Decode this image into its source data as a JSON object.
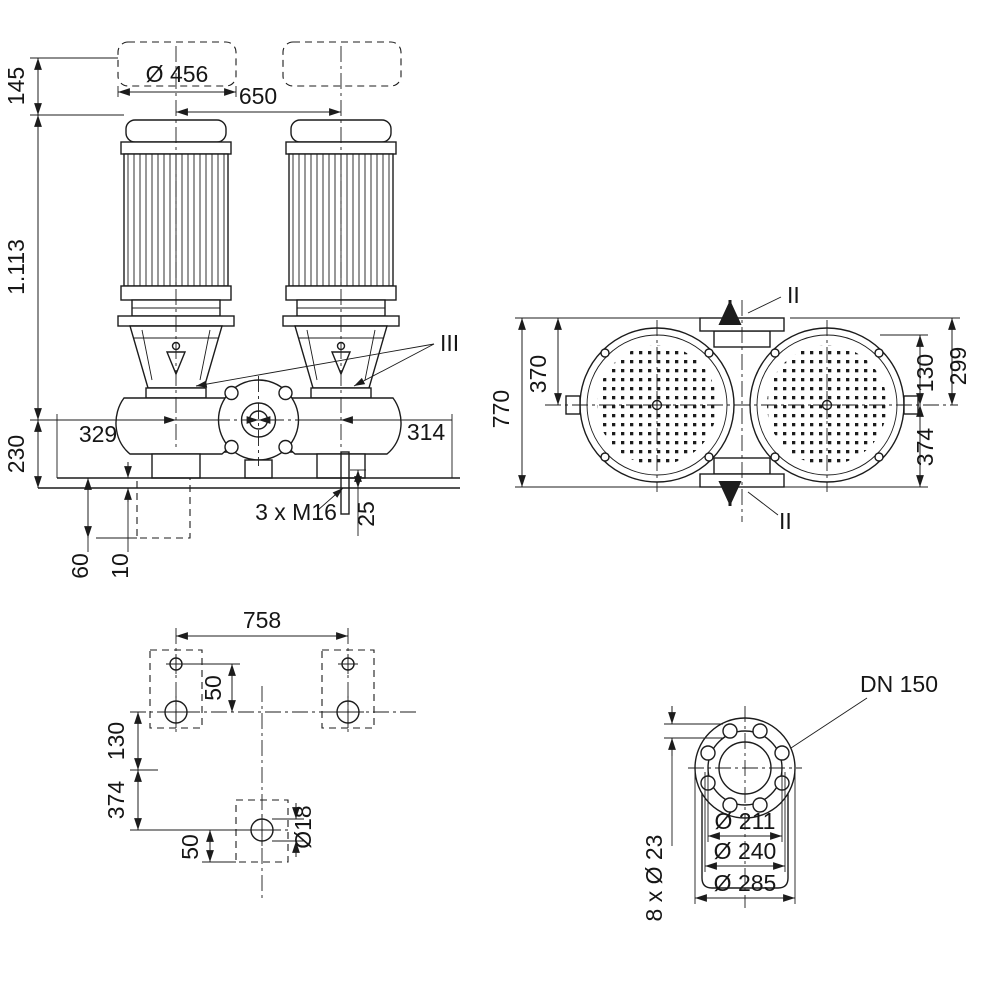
{
  "drawing": {
    "front_view": {
      "dim_145": "145",
      "dim_1113": "1.113",
      "dim_230": "230",
      "dim_456": "Ø 456",
      "dim_650": "650",
      "label_iii": "III",
      "dim_329": "329",
      "dim_314": "314",
      "label_anchor": "3 x M16",
      "dim_25": "25",
      "dim_60": "60",
      "dim_10": "10"
    },
    "top_view": {
      "dim_770": "770",
      "dim_370": "370",
      "dim_130": "130",
      "dim_299": "299",
      "dim_374": "374",
      "label_ii_top": "II",
      "label_ii_bottom": "II"
    },
    "foundation_view": {
      "dim_758": "758",
      "dim_50_top": "50",
      "dim_130": "130",
      "dim_374": "374",
      "dim_50_bottom": "50",
      "dim_18": "Ø18"
    },
    "flange_view": {
      "label_dn": "DN 150",
      "dim_211": "Ø 211",
      "dim_240": "Ø 240",
      "dim_285": "Ø 285",
      "label_holes": "8 x Ø 23"
    }
  }
}
